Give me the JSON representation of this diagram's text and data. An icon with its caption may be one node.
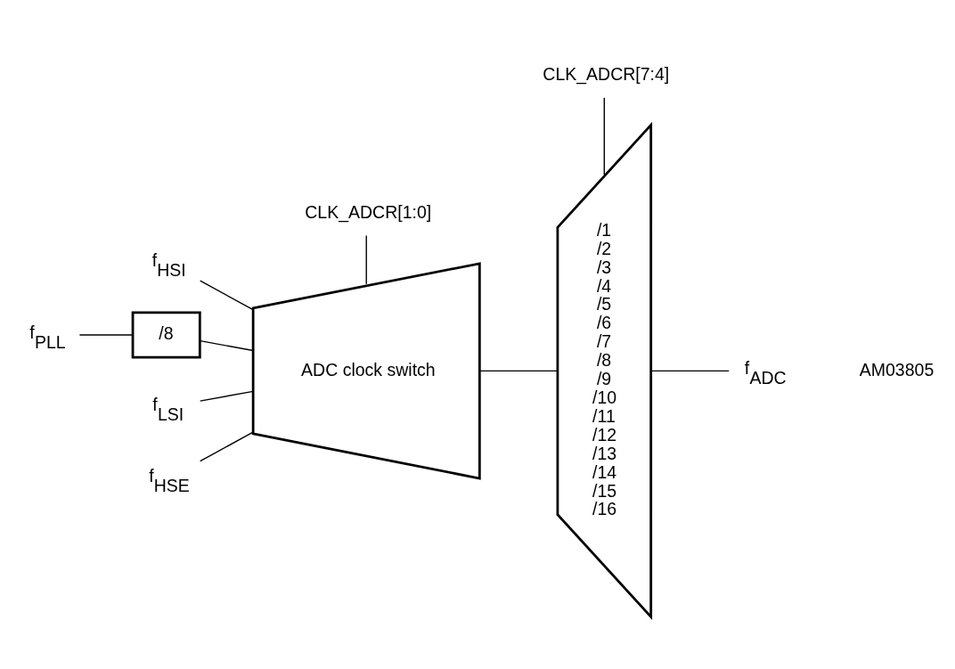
{
  "diagram": {
    "nodes": [
      {
        "text": [
          "CLK_ADCR[7:4]"
        ]
      },
      {
        "text": [
          "/1",
          "/2",
          "/3",
          "/4",
          "/5",
          "/6",
          "/7",
          "/8",
          "/9",
          "/10",
          "/11",
          "/12",
          "/13",
          "/14",
          "/15",
          "/16"
        ]
      },
      {
        "text": [
          "CLK_ADCR[1:0]"
        ]
      },
      {
        "text": [
          "f$_{HSI}$"
        ]
      },
      {
        "text": [
          "f$_{PLL}$"
        ]
      },
      {
        "text": [
          "/8"
        ]
      },
      {
        "text": [
          "ADC clock switch"
        ]
      },
      {
        "text": [
          "f$_{LSI}$"
        ]
      },
      {
        "text": [
          "f$_{HSE}$"
        ]
      },
      {
        "text": [
          "f$_{ADC}$"
        ]
      }
    ],
    "edges": [
      {
        "from": 3,
        "to": 6,
        "arrow": "none"
      },
      {
        "from": 4,
        "to": 5,
        "arrow": "none"
      },
      {
        "from": 5,
        "to": 6,
        "arrow": "none"
      },
      {
        "from": 7,
        "to": 6,
        "arrow": "none"
      },
      {
        "from": 8,
        "to": 6,
        "arrow": "none"
      },
      {
        "from": 2,
        "to": 6,
        "arrow": "none"
      },
      {
        "from": 6,
        "to": 1,
        "arrow": "none"
      },
      {
        "from": 0,
        "to": 1,
        "arrow": "none"
      },
      {
        "from": 1,
        "to": 9,
        "arrow": "none"
      }
    ],
    "labels": [
      "AM03805"
    ]
  }
}
